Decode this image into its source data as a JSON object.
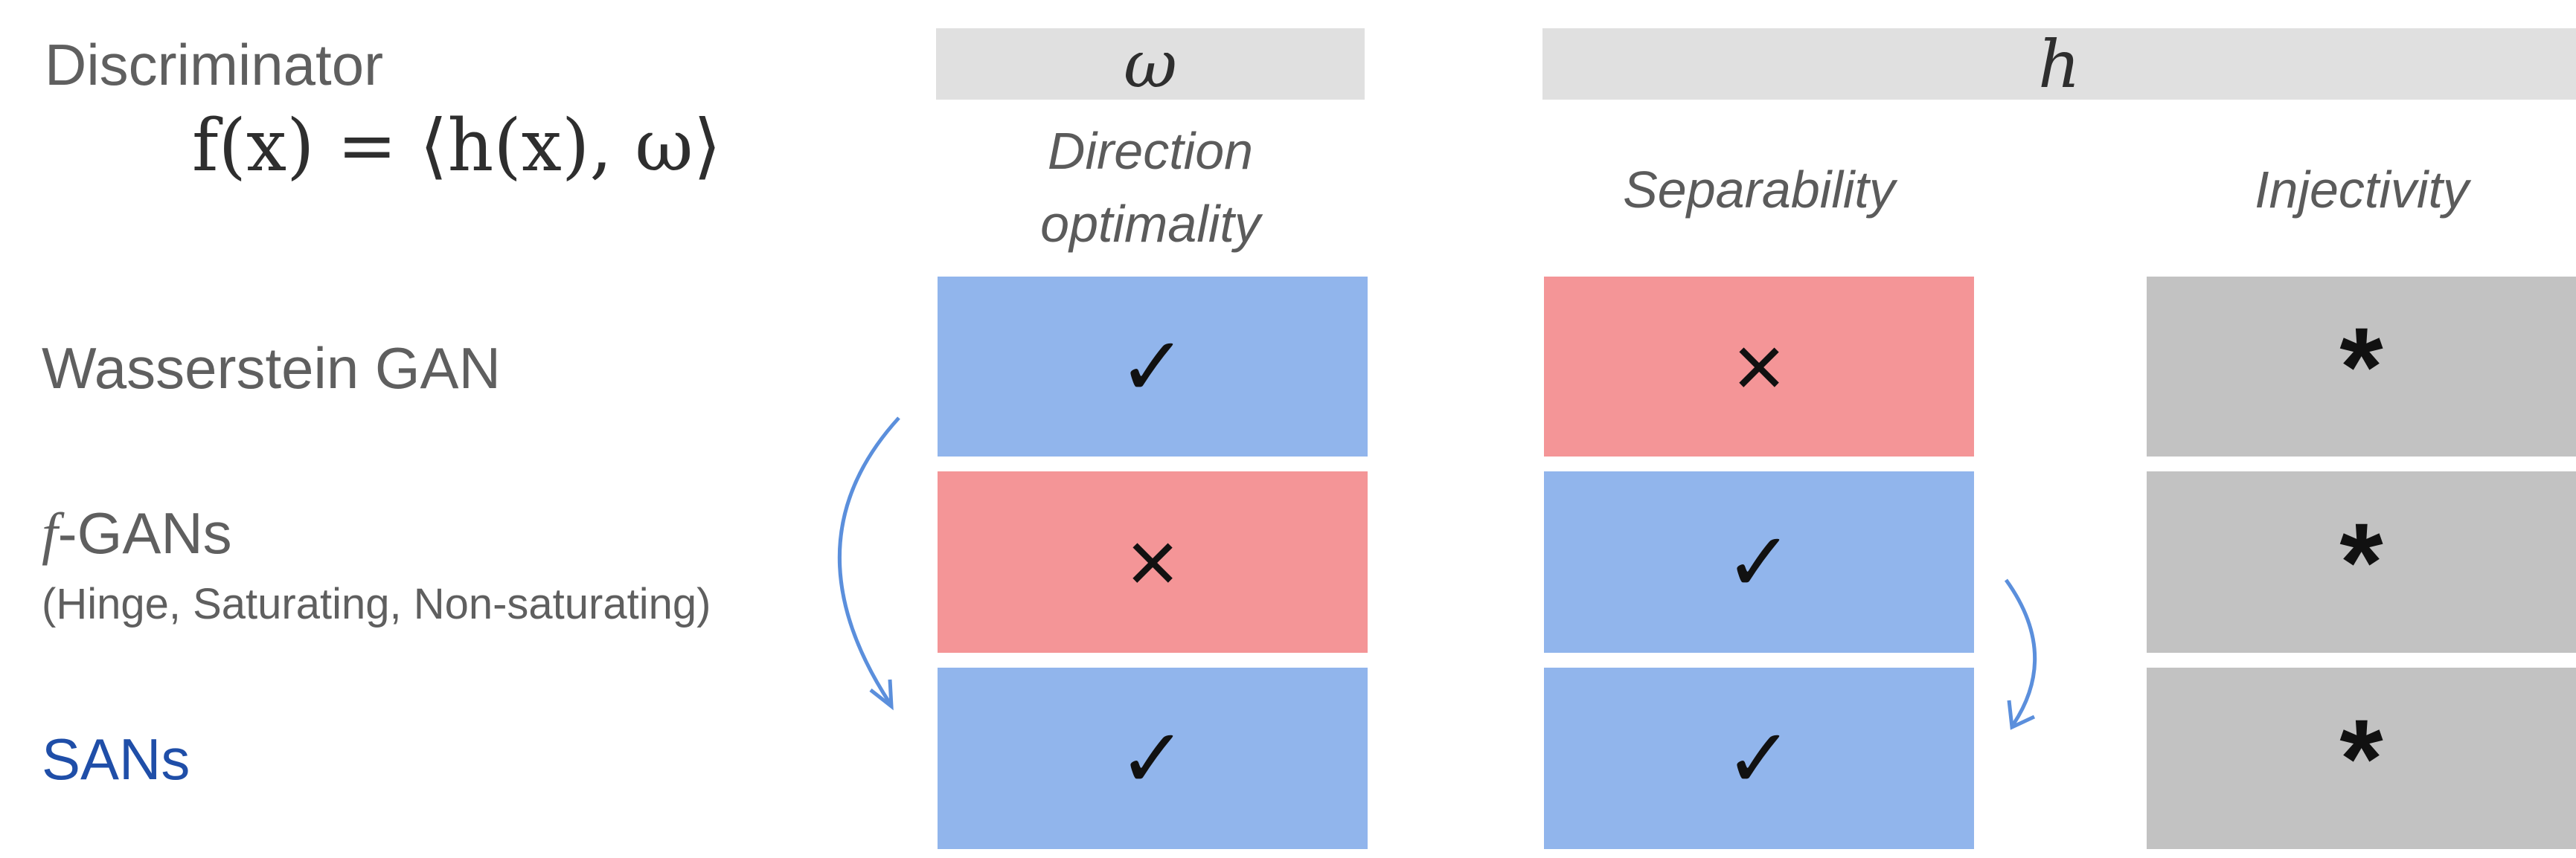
{
  "header": {
    "title": "Discriminator",
    "formula": "f(x) = ⟨h(x), ω⟩"
  },
  "groups": {
    "omega": "ω",
    "h": "h"
  },
  "columns": {
    "direction": "Direction optimality",
    "separability": "Separability",
    "injectivity": "Injectivity"
  },
  "rows": {
    "wgan": {
      "label": "Wasserstein GAN"
    },
    "fgan": {
      "label_italic": "f",
      "label_rest": "-GANs",
      "sublabel": "(Hinge, Saturating, Non-saturating)"
    },
    "san": {
      "label": "SANs"
    }
  },
  "cells": {
    "wgan": {
      "direction": "✓",
      "separability": "×",
      "injectivity": "*"
    },
    "fgan": {
      "direction": "×",
      "separability": "✓",
      "injectivity": "*"
    },
    "san": {
      "direction": "✓",
      "separability": "✓",
      "injectivity": "*"
    }
  },
  "colors": {
    "satisfied": "#91b5ec",
    "not_satisfied": "#f49597",
    "neutral": "#c2c2c2",
    "arrow": "#5b8fdc",
    "san_label": "#1f4ea8"
  }
}
